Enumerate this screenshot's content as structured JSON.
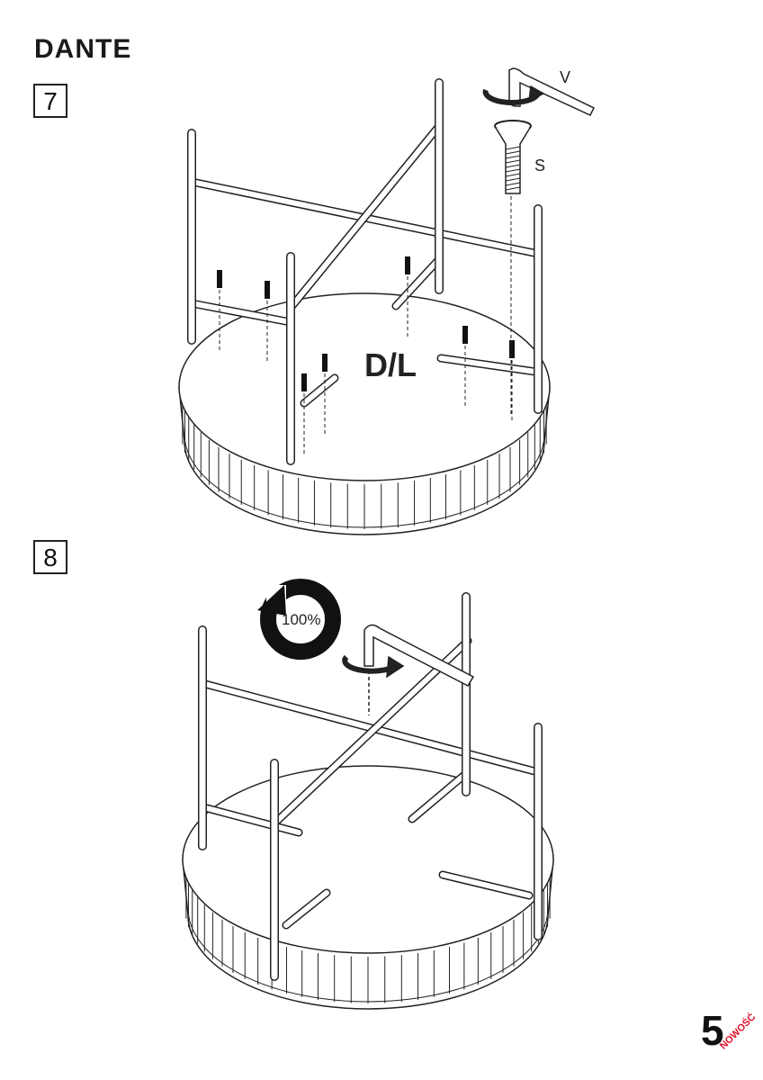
{
  "header": {
    "title": "DANTE"
  },
  "steps": [
    {
      "number": "7",
      "part_label": "D/L",
      "tool_label": "V",
      "screw_label": "S"
    },
    {
      "number": "8",
      "tighten_label": "100%"
    }
  ],
  "footer": {
    "page_number": "5",
    "badge": "NOWOŚĆ"
  },
  "colors": {
    "ink": "#111111",
    "badge": "#e0102a"
  }
}
